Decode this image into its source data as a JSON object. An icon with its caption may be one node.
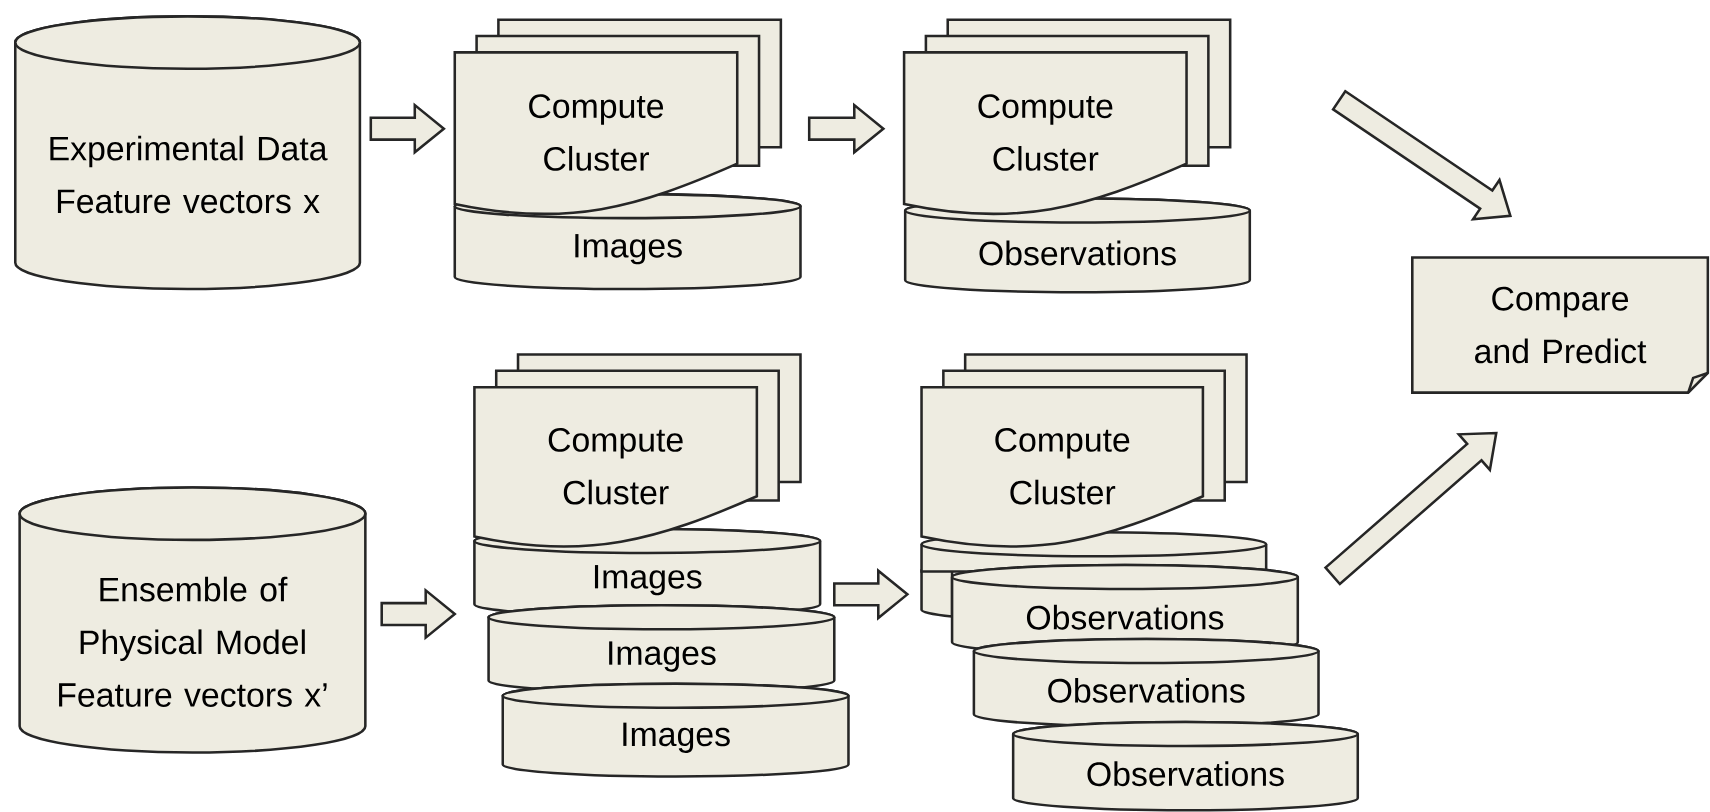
{
  "diagram": {
    "nodes": [
      {
        "text": [
          "Experimental Data Feature vectors x"
        ]
      },
      {
        "text": [
          "Compute Cluster"
        ]
      },
      {
        "text": [
          "Images"
        ]
      },
      {
        "text": [
          "Compute Cluster"
        ]
      },
      {
        "text": [
          "Observations"
        ]
      },
      {
        "text": [
          "Compare and Predict"
        ]
      },
      {
        "text": [
          "Ensemble of Physical Model Feature vectors x’"
        ]
      },
      {
        "text": [
          "Compute Cluster"
        ]
      },
      {
        "text": [
          "Images"
        ]
      },
      {
        "text": [
          "Images"
        ]
      },
      {
        "text": [
          "Images"
        ]
      },
      {
        "text": [
          "Compute Cluster"
        ]
      },
      {
        "text": [],
        "shape": "cylinder"
      },
      {
        "text": [
          "Observations"
        ]
      },
      {
        "text": [
          "Observations"
        ]
      },
      {
        "text": [
          "Observations"
        ]
      }
    ],
    "edges": [
      {
        "from": 0,
        "to": 1,
        "arrow": "to"
      },
      {
        "from": 1,
        "to": 3,
        "arrow": "to"
      },
      {
        "from": 3,
        "to": 5,
        "arrow": "to"
      },
      {
        "from": 6,
        "to": 8,
        "arrow": "to"
      },
      {
        "from": 8,
        "to": 13,
        "arrow": "to"
      },
      {
        "from": 13,
        "to": 5,
        "arrow": "to"
      }
    ]
  }
}
